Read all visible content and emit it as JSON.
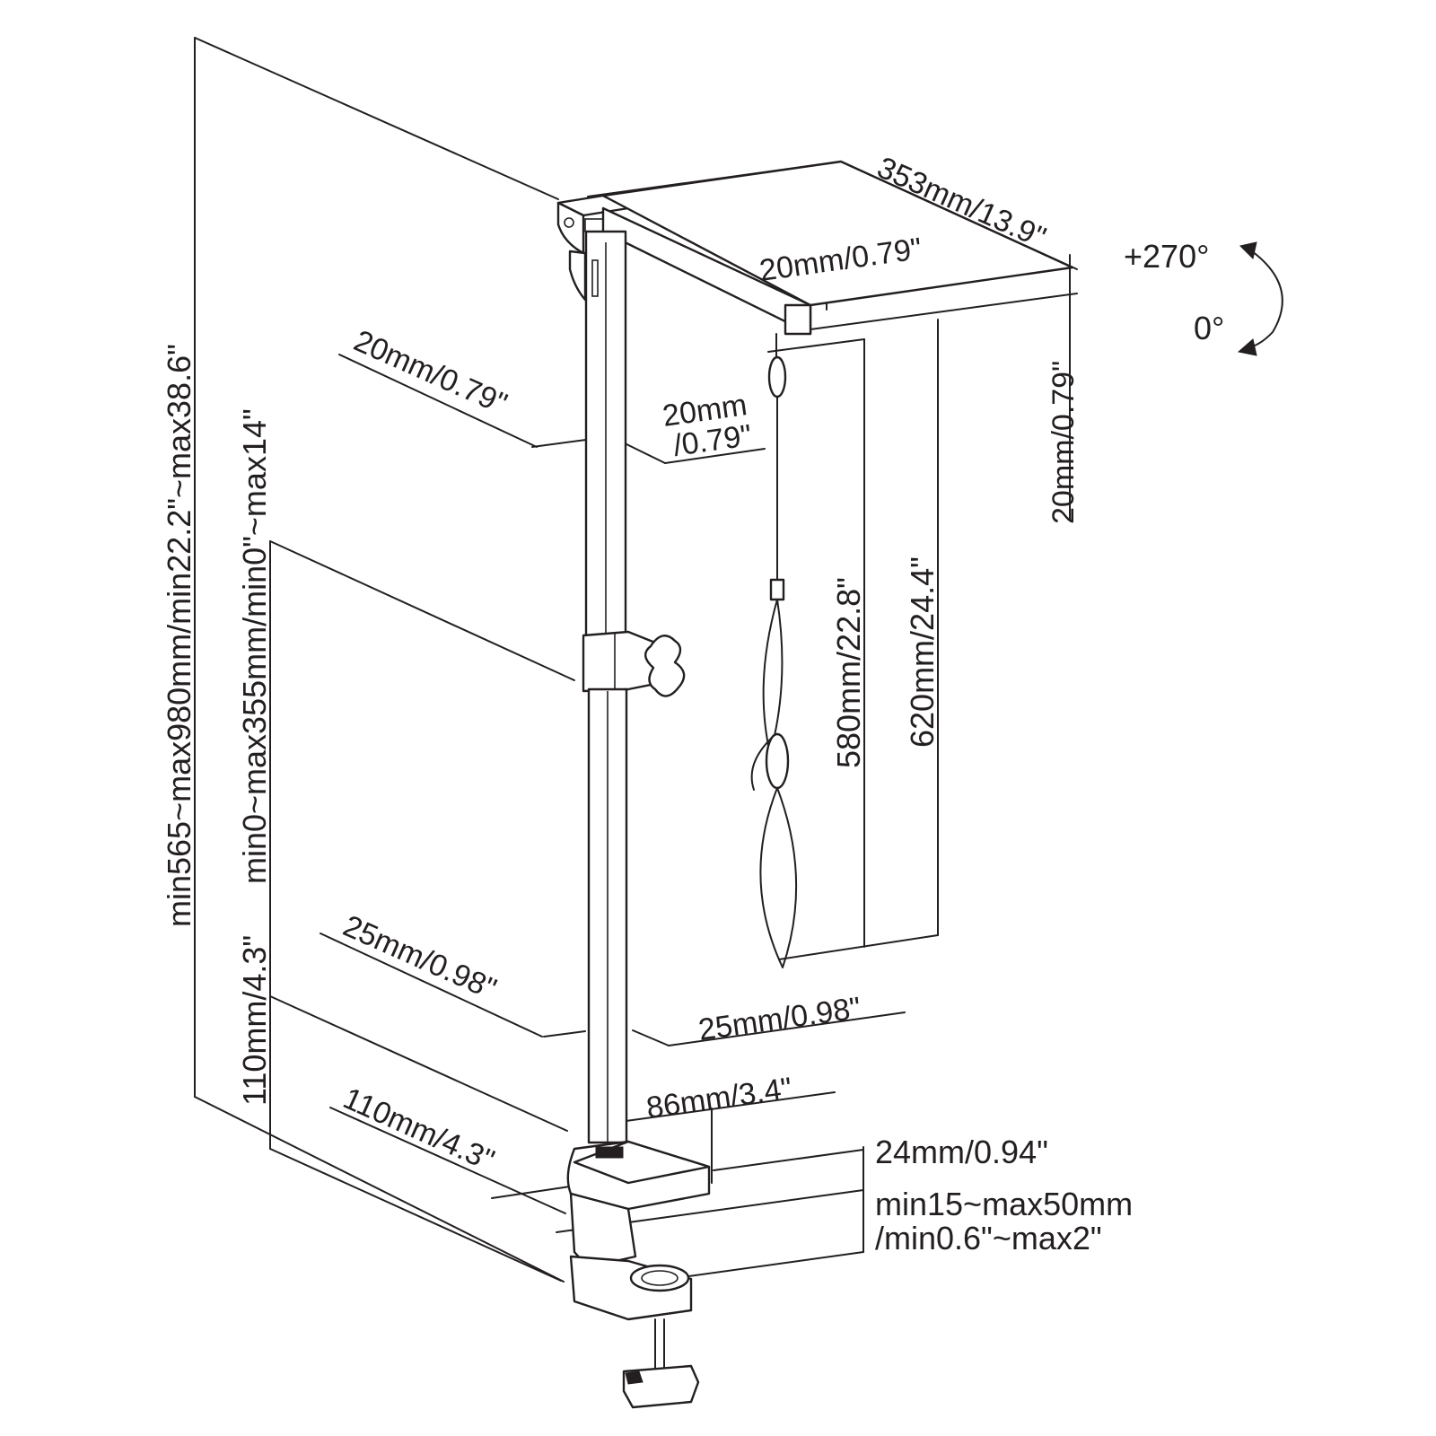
{
  "dimensions": {
    "arm_length": "353mm/13.9\"",
    "arm_tube_width": "20mm/0.79\"",
    "arm_tube_height": "20mm/0.79\"",
    "upper_pole_depth": "20mm/0.79\"",
    "upper_pole_width": "20mm\n/0.79\"",
    "upper_pole_width_line1": "20mm",
    "upper_pole_width_line2": "/0.79\"",
    "rotation_max": "+270°",
    "rotation_min": "0°",
    "hook_length_580": "580mm/22.8\"",
    "hook_length_620": "620mm/24.4\"",
    "total_height": "min565~max980mm/min22.2\"~max38.6\"",
    "extension_range": "min0~max355mm/min0\"~max14\"",
    "lower_pole_depth": "25mm/0.98\"",
    "lower_pole_width": "25mm/0.98\"",
    "clamp_height": "110mm/4.3\"",
    "clamp_depth": "110mm/4.3\"",
    "clamp_plate_width": "86mm/3.4\"",
    "clamp_plate_thickness": "24mm/0.94\"",
    "desk_thickness_line1": "min15~max50mm",
    "desk_thickness_line2": "/min0.6\"~max2\""
  },
  "icons": {
    "rotation": "rotation-arrow-icon"
  }
}
